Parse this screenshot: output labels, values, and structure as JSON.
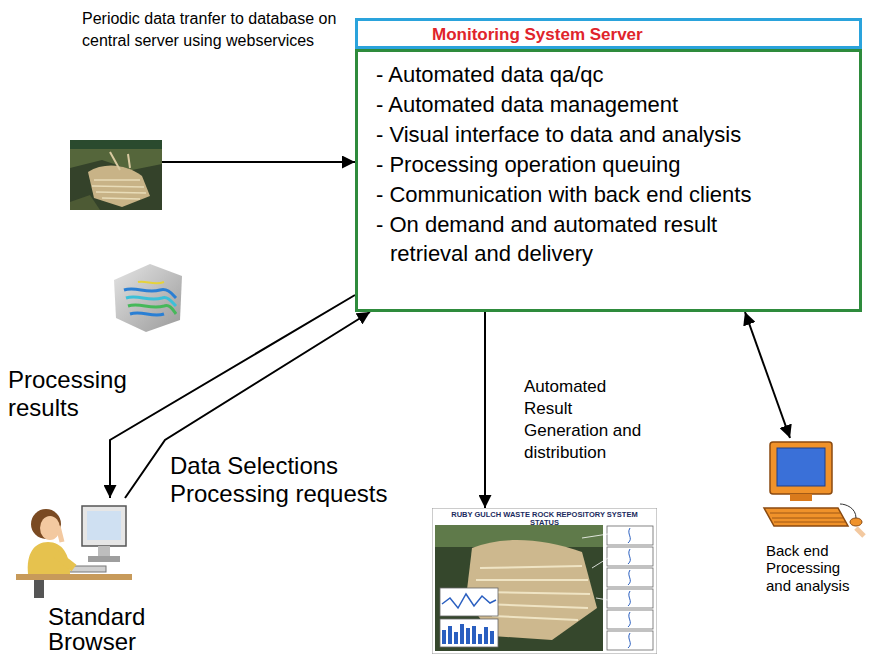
{
  "diagram": {
    "nodes": [
      {
        "text": [
          "Periodic data tranfer to database on central server using webservices"
        ]
      },
      {
        "text": [
          "Monitoring System Server",
          "- Automated data qa/qc",
          "- Automated data management",
          "- Visual interface to data and analysis",
          "- Processing operation queuing",
          "- Communication with back end clients",
          "- On demand and automated result retrieval and delivery"
        ]
      },
      {
        "text": [
          "Standard Browser"
        ]
      },
      {
        "text": [
          "RUBY GULCH WASTE ROCK REPOSITORY SYSTEM STATUS"
        ]
      },
      {
        "text": [
          "Back end Processing and analysis"
        ]
      }
    ],
    "edges": [
      {
        "from": 0,
        "to": 1,
        "arrow": "to"
      },
      {
        "from": 1,
        "to": 2,
        "arrow": "to",
        "label": "Processing results"
      },
      {
        "from": 2,
        "to": 1,
        "arrow": "to",
        "label": "Data Selections Processing requests"
      },
      {
        "from": 1,
        "to": 3,
        "arrow": "to",
        "label": "Automated Result Generation and distribution"
      },
      {
        "from": 1,
        "to": 4,
        "arrow": "both"
      }
    ]
  }
}
